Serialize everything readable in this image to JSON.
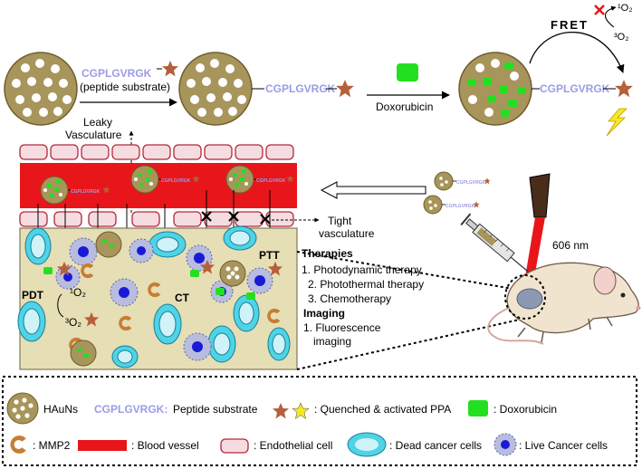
{
  "top": {
    "peptide_label": "CGPLGVRGK",
    "peptide_caption": "(peptide substrate)",
    "peptide_attached": "CGPLGVRGK",
    "doxorubicin_label": "Doxorubicin",
    "peptide_final": "CGPLGVRGK",
    "fret_label": "FRET",
    "singlet_oxygen": "¹O₂",
    "triplet_oxygen": "³O₂"
  },
  "middle": {
    "leaky_label_line1": "Leaky",
    "leaky_label_line2": "Vasculature",
    "vessel_tag": "CGPLGVRGK",
    "tight_label_line1": "Tight",
    "tight_label_line2": "vasculature",
    "injected_tag": "CGPLGVRGK",
    "laser_label": "606 nm",
    "ptt_label": "PTT",
    "pdt_label": "PDT",
    "ct_label": "CT",
    "o2_singlet": "¹O₂",
    "o2_triplet": "³O₂"
  },
  "therapies": {
    "heading": "Therapies",
    "items": [
      "1. Photodynamic therapy",
      "2. Photothermal therapy",
      "3. Chemotherapy"
    ]
  },
  "imaging": {
    "heading": "Imaging",
    "line1": "1. Fluorescence",
    "line2": "imaging"
  },
  "legend": {
    "haunps": "HAuNs",
    "peptide_code": "CGPLGVRGK:",
    "peptide_text": "Peptide substrate",
    "ppa_text": ": Quenched & activated PPA",
    "dox_text": ": Doxorubicin",
    "mmp2_text": ": MMP2",
    "vessel_text": ": Blood vessel",
    "endothelial_text": ": Endothelial cell",
    "dead_text": ": Dead cancer cells",
    "live_text": ": Live Cancer cells"
  },
  "colors": {
    "gold": "#a8955b",
    "vessel_red": "#e8161a",
    "endothelial_fill": "#f5dce0",
    "endothelial_edge": "#b2283a",
    "tissue": "#e6deb5",
    "dead_cell": "#4fd3e6",
    "live_cell": "#b8bde0",
    "nucleus": "#1a1ad6",
    "dox_green": "#22e020",
    "star_brown": "#b5603a",
    "star_yellow": "#f6e824",
    "mmp2": "#c77d34",
    "peptide_text": "#9a9ce6"
  }
}
